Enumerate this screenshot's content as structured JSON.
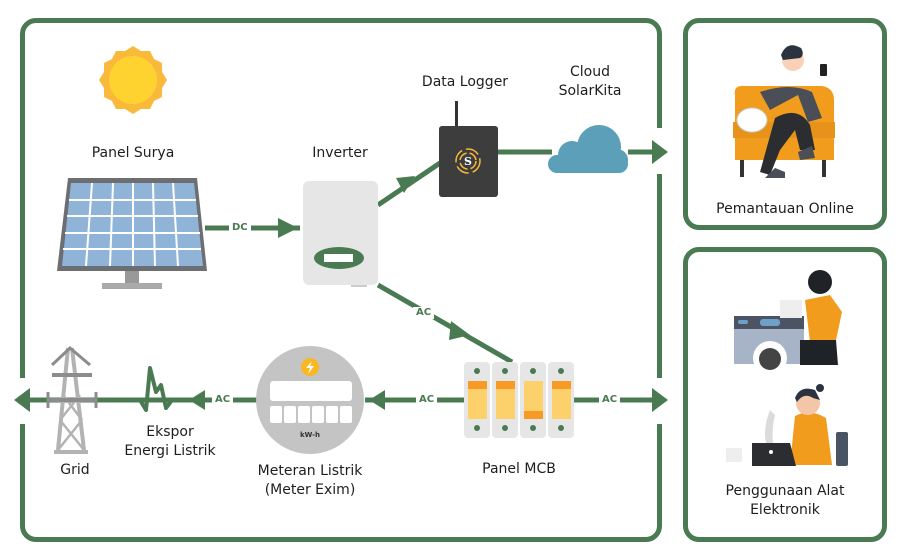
{
  "colors": {
    "frame": "#4a7a52",
    "flow_line": "#4a7a52",
    "sun": "#f9b93a",
    "panel_cell": "#8fb4d8",
    "cloud": "#5b9fb8",
    "logger": "#3b3b3b",
    "mcb_switch": "#fcd06b",
    "mcb_accent": "#f79a26",
    "meter": "#c4c4c4"
  },
  "nodes": {
    "solar_panel": {
      "label": "Panel Surya",
      "icon": "solar-panel-icon"
    },
    "sun": {
      "icon": "sun-icon"
    },
    "inverter": {
      "label": "Inverter",
      "icon": "inverter-icon"
    },
    "data_logger": {
      "label": "Data Logger",
      "icon": "data-logger-icon"
    },
    "cloud": {
      "label_line1": "Cloud",
      "label_line2": "SolarKita",
      "icon": "cloud-icon"
    },
    "mcb": {
      "label": "Panel MCB",
      "icon": "mcb-panel-icon"
    },
    "meter": {
      "label_line1": "Meteran Listrik",
      "label_line2": "(Meter Exim)",
      "unit": "kW-h",
      "icon": "electric-meter-icon"
    },
    "export": {
      "label_line1": "Ekspor",
      "label_line2": "Energi Listrik",
      "icon": "pulse-icon"
    },
    "grid": {
      "label": "Grid",
      "icon": "transmission-tower-icon"
    }
  },
  "flows": {
    "panel_to_inverter": "DC",
    "inverter_to_mcb": "AC",
    "mcb_to_meter": "AC",
    "meter_to_grid": "AC",
    "mcb_to_appliances": "AC"
  },
  "cards": {
    "monitoring": {
      "label": "Pemantauan Online",
      "icon": "person-phone-sofa-icon"
    },
    "appliances": {
      "label_line1": "Penggunaan Alat",
      "label_line2": "Elektronik",
      "icon": "appliance-users-icon"
    }
  }
}
